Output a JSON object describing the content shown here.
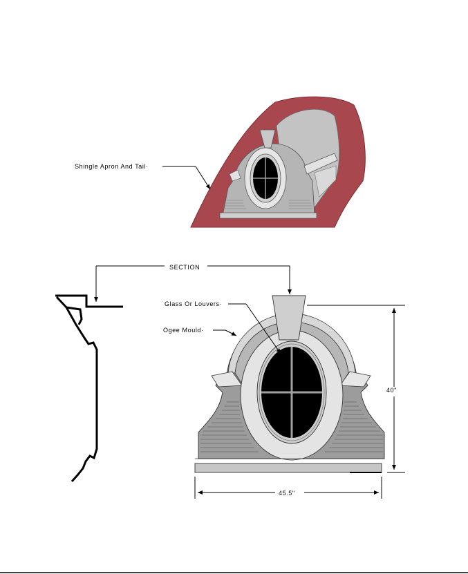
{
  "labels": {
    "shingle_apron": "Shingle Apron And Tail·",
    "section": "SECTION",
    "glass_louvers": "Glass Or Louvers·",
    "ogee_mould": "Ogee Mould·",
    "height_dim": "40\"",
    "width_dim": "45.5\""
  },
  "colors": {
    "roof": "#a8474e",
    "body_dark": "#9c9c9c",
    "body_mid": "#b9b9b9",
    "body_light": "#d6d6d6",
    "frame_light": "#e4e4e4",
    "glass": "#000000",
    "muntin": "#a0a0a0"
  }
}
